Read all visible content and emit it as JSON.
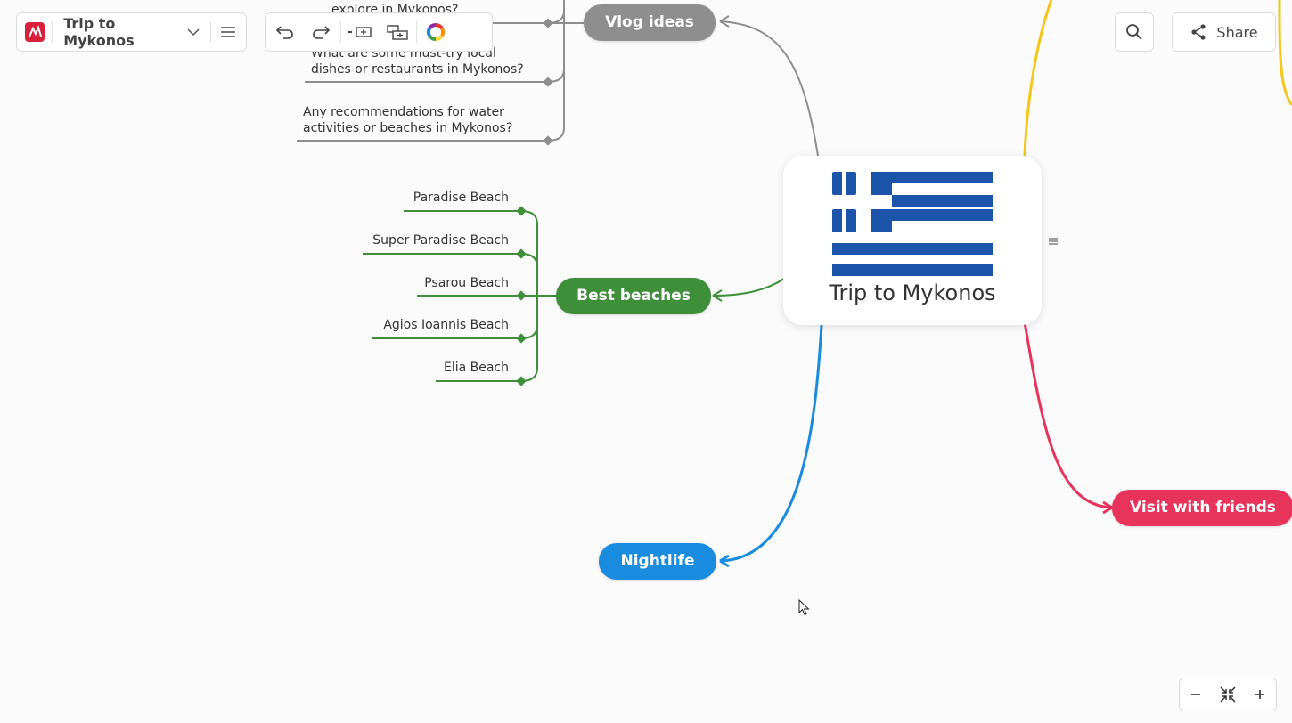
{
  "header": {
    "title": "Trip to Mykonos",
    "share_label": "Share"
  },
  "colors": {
    "vlog": "#8e8e8e",
    "beaches": "#3f8f3a",
    "nightlife": "#1a8ce0",
    "friends": "#e8335a",
    "yellow_branch": "#f5c518",
    "flag_blue": "#1b54a8",
    "logo_red": "#d8213a"
  },
  "mindmap": {
    "central": "Trip to Mykonos",
    "vlog": {
      "label": "Vlog ideas",
      "items": [
        "explore in Mykonos?",
        "What are some must-try local",
        "dishes or restaurants in Mykonos?",
        "Any recommendations for water",
        "activities or beaches in Mykonos?"
      ]
    },
    "beaches": {
      "label": "Best beaches",
      "items": [
        "Paradise Beach",
        "Super Paradise Beach",
        "Psarou Beach",
        "Agios Ioannis Beach",
        "Elia Beach"
      ]
    },
    "nightlife": {
      "label": "Nightlife"
    },
    "friends": {
      "label": "Visit with friends"
    }
  },
  "icons": {
    "logo": "app-logo-icon",
    "menu": "hamburger-menu-icon",
    "undo": "undo-icon",
    "redo": "redo-icon",
    "add_sibling": "add-sibling-node-icon",
    "add_child": "add-child-node-icon",
    "colors": "color-wheel-icon",
    "search": "search-icon",
    "share": "share-icon",
    "zoom_out": "minus-icon",
    "fit": "fit-to-screen-icon",
    "zoom_in": "plus-icon"
  }
}
